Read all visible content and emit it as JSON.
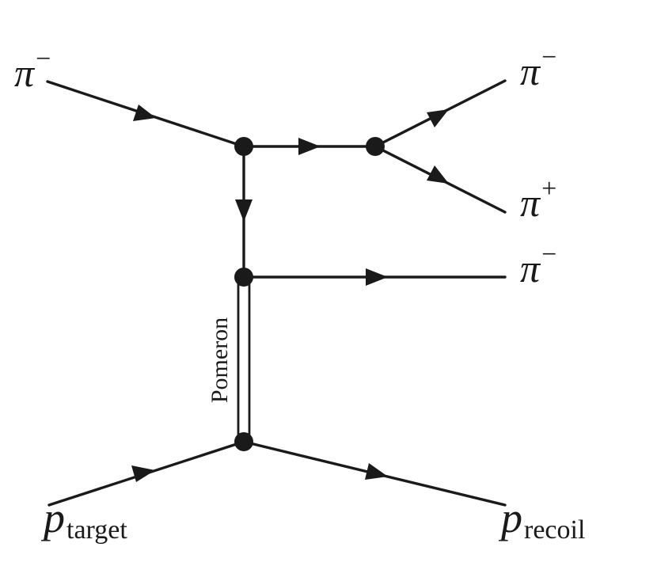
{
  "particles": {
    "incoming_pion": {
      "symbol": "π",
      "charge": "−"
    },
    "out_pion_upper": {
      "symbol": "π",
      "charge": "−"
    },
    "out_pion_plus": {
      "symbol": "π",
      "charge": "+"
    },
    "out_pion_middle": {
      "symbol": "π",
      "charge": "−"
    },
    "target": {
      "symbol": "p",
      "subscript": "target"
    },
    "recoil": {
      "symbol": "p",
      "subscript": "recoil"
    }
  },
  "exchange": {
    "label": "Pomeron"
  },
  "colors": {
    "ink": "#1a1a1a",
    "background": "#ffffff"
  }
}
